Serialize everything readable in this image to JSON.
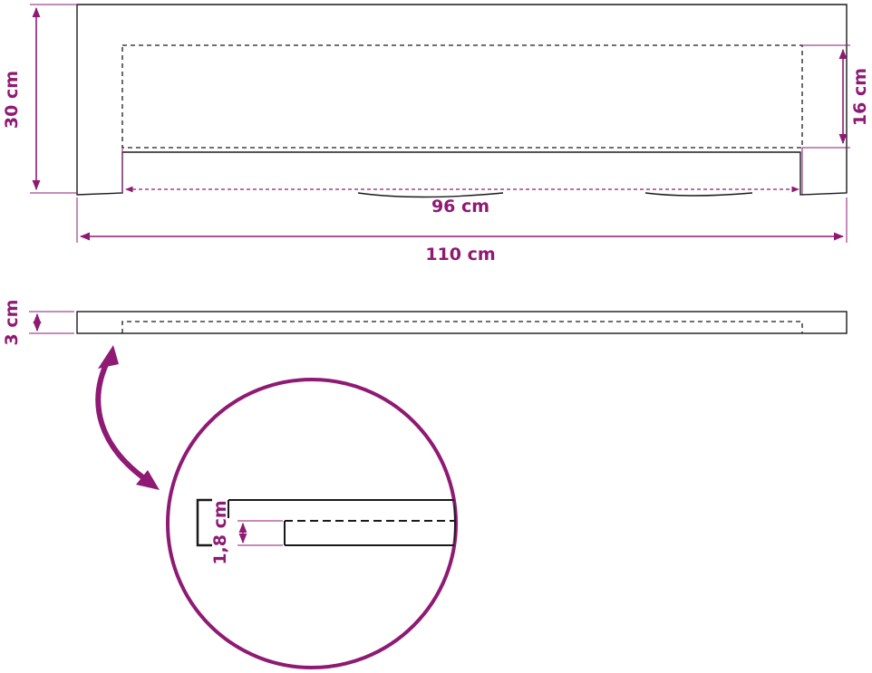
{
  "colors": {
    "accent": "#8e1a73",
    "line": "#1a1a1a",
    "background": "#ffffff"
  },
  "dimensions": {
    "height_total": "30 cm",
    "height_inner": "16 cm",
    "width_inner": "96 cm",
    "width_total": "110 cm",
    "thickness": "3 cm",
    "groove_depth": "1,8 cm"
  },
  "icons": {
    "detail_arrow": "curved-arrow-icon",
    "magnifier": "detail-circle-icon"
  }
}
